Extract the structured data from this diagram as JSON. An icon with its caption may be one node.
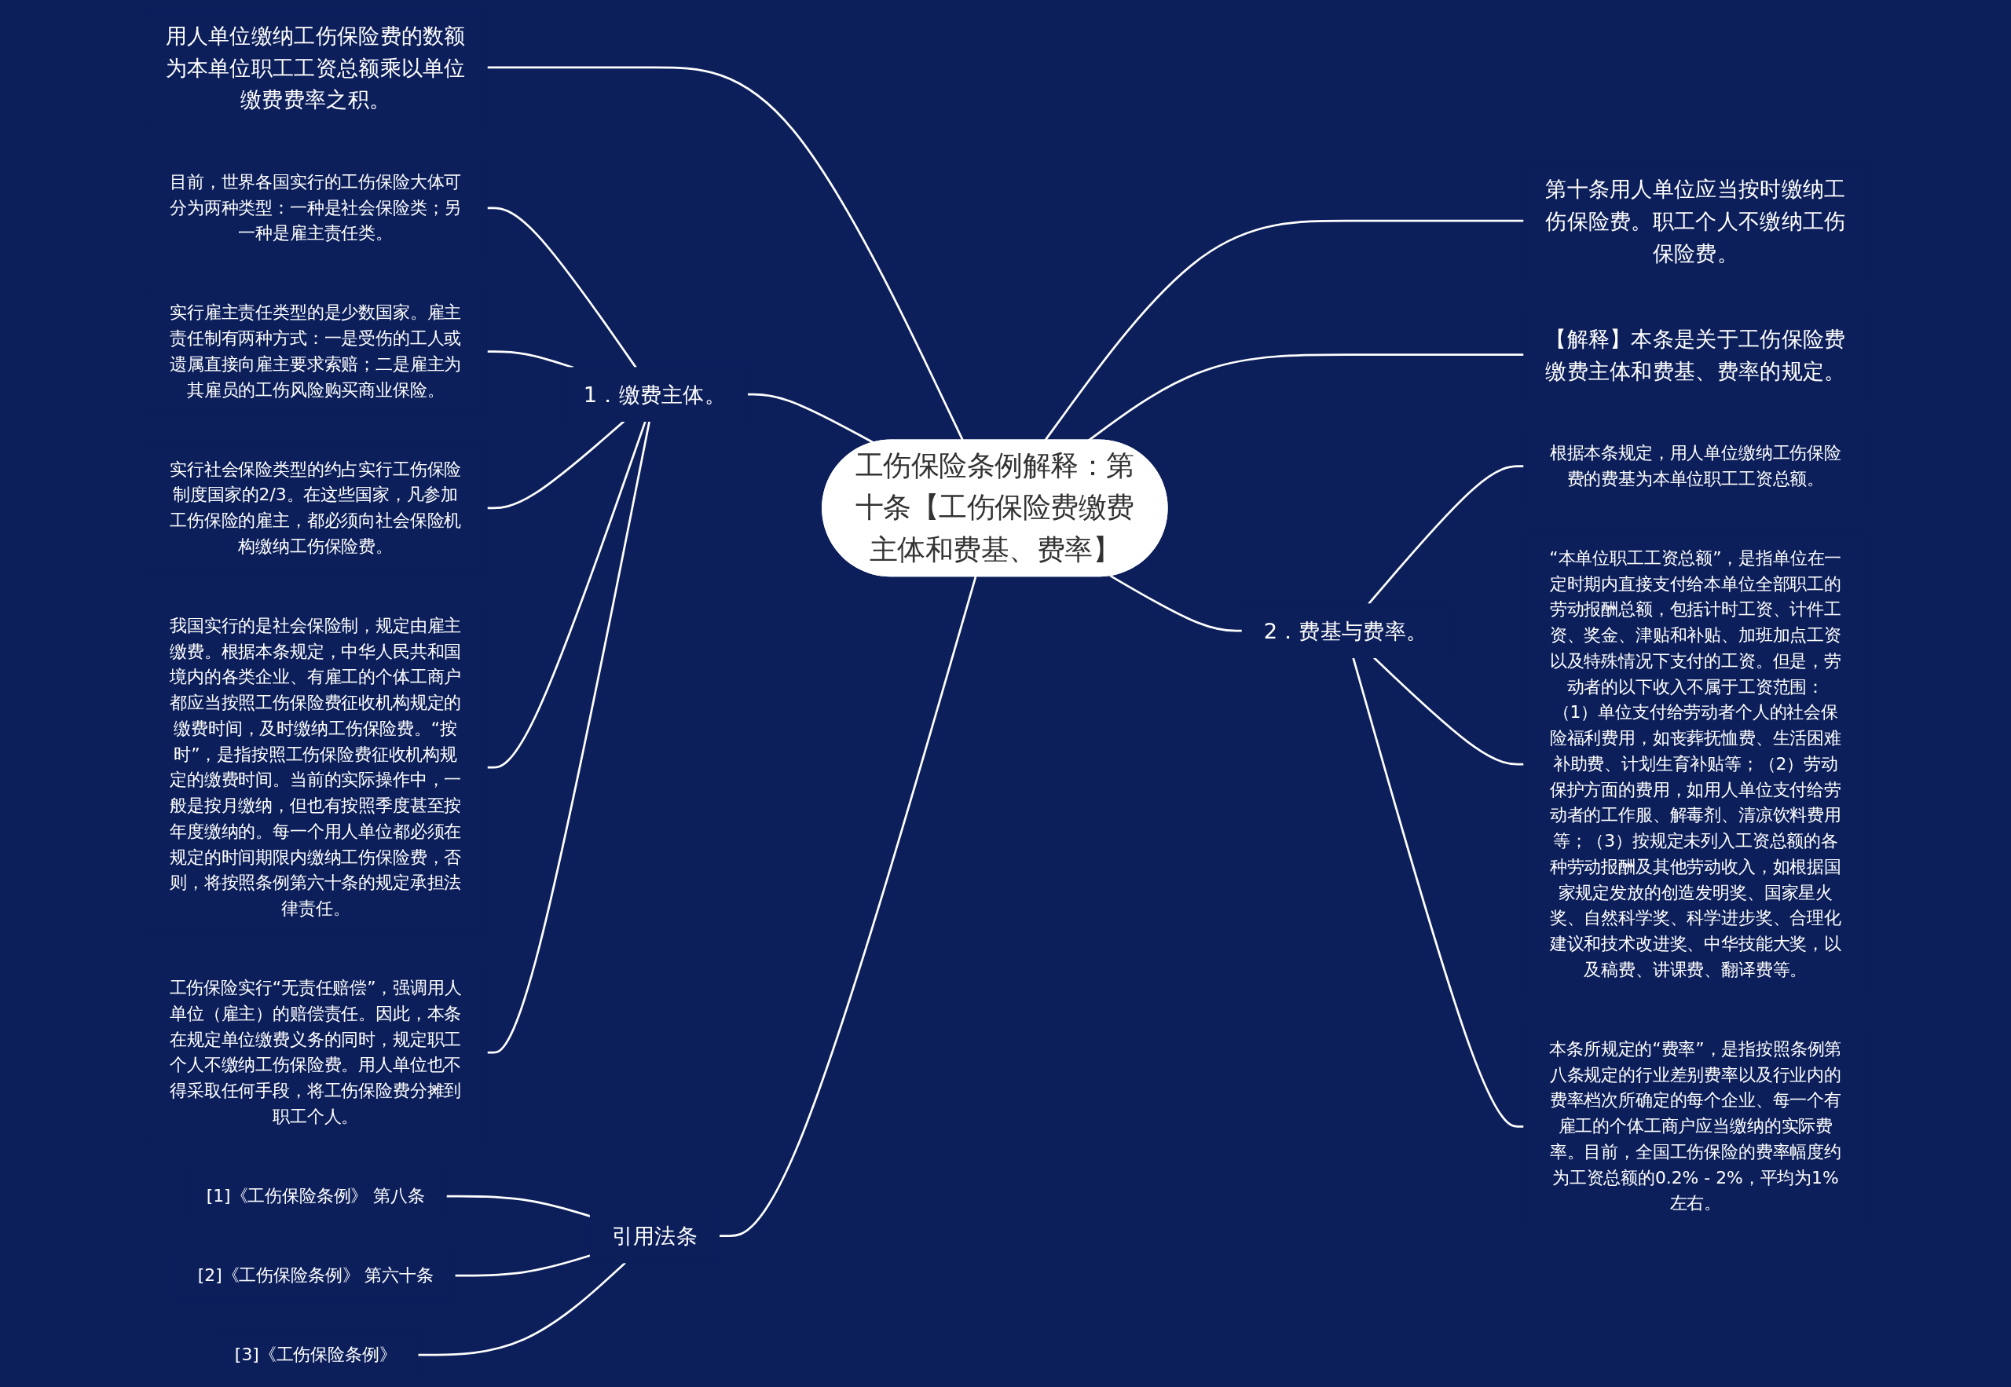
{
  "diagram": {
    "nodes": [
      {
        "text": [
          "工伤保险条例解释：第十条【工伤保险费缴费主体和费基、费率】"
        ]
      },
      {
        "text": [
          "用人单位缴纳工伤保险费的数额为本单位职工工资总额乘以单位缴费费率之积。"
        ]
      },
      {
        "text": [
          "1．缴费主体。"
        ]
      },
      {
        "text": [
          "目前，世界各国实行的工伤保险大体可分为两种类型：一种是社会保险类；另一种是雇主责任类。"
        ]
      },
      {
        "text": [
          "实行雇主责任类型的是少数国家。雇主责任制有两种方式：一是受伤的工人或遗属直接向雇主要求索赔；二是雇主为其雇员的工伤风险购买商业保险。"
        ]
      },
      {
        "text": [
          "实行社会保险类型的约占实行工伤保险制度国家的2/3。在这些国家，凡参加工伤保险的雇主，都必须向社会保险机构缴纳工伤保险费。"
        ]
      },
      {
        "text": [
          "我国实行的是社会保险制，规定由雇主缴费。根据本条规定，中华人民共和国境内的各类企业、有雇工的个体工商户都应当按照工伤保险费征收机构规定的缴费时间，及时缴纳工伤保险费。“按时”，是指按照工伤保险费征收机构规定的缴费时间。当前的实际操作中，一般是按月缴纳，但也有按照季度甚至按年度缴纳的。每一个用人单位都必须在规定的时间期限内缴纳工伤保险费，否则，将按照条例第六十条的规定承担法律责任。"
        ]
      },
      {
        "text": [
          "工伤保险实行“无责任赔偿”，强调用人单位（雇主）的赔偿责任。因此，本条在规定单位缴费义务的同时，规定职工个人不缴纳工伤保险费。用人单位也不得采取任何手段，将工伤保险费分摊到职工个人。"
        ]
      },
      {
        "text": [
          "引用法条"
        ]
      },
      {
        "text": [
          "[1]《工伤保险条例》 第八条"
        ]
      },
      {
        "text": [
          "[2]《工伤保险条例》 第六十条"
        ]
      },
      {
        "text": [
          "[3]《工伤保险条例》"
        ]
      },
      {
        "text": [
          "第十条用人单位应当按时缴纳工伤保险费。职工个人不缴纳工伤保险费。"
        ]
      },
      {
        "text": [
          "【解释】本条是关于工伤保险费缴费主体和费基、费率的规定。"
        ]
      },
      {
        "text": [
          "2．费基与费率。"
        ]
      },
      {
        "text": [
          "根据本条规定，用人单位缴纳工伤保险费的费基为本单位职工工资总额。"
        ]
      },
      {
        "text": [
          "“本单位职工工资总额”，是指单位在一定时期内直接支付给本单位全部职工的劳动报酬总额，包括计时工资、计件工资、奖金、津贴和补贴、加班加点工资以及特殊情况下支付的工资。但是，劳动者的以下收入不属于工资范围：（1）单位支付给劳动者个人的社会保险福利费用，如丧葬抚恤费、生活困难补助费、计划生育补贴等；（2）劳动保护方面的费用，如用人单位支付给劳动者的工作服、解毒剂、清凉饮料费用等；（3）按规定未列入工资总额的各种劳动报酬及其他劳动收入，如根据国家规定发放的创造发明奖、国家星火奖、自然科学奖、科学进步奖、合理化建议和技术改进奖、中华技能大奖，以及稿费、讲课费、翻译费等。"
        ]
      },
      {
        "text": [
          "本条所规定的“费率”，是指按照条例第八条规定的行业差别费率以及行业内的费率档次所确定的每个企业、每一个有雇工的个体工商户应当缴纳的实际费率。目前，全国工伤保险的费率幅度约为工资总额的0.2% - 2%，平均为1%左右。"
        ]
      }
    ],
    "edges": [
      {
        "from": 1,
        "to": 0,
        "arrow": "none"
      },
      {
        "from": 3,
        "to": 2,
        "arrow": "none"
      },
      {
        "from": 4,
        "to": 2,
        "arrow": "none"
      },
      {
        "from": 5,
        "to": 2,
        "arrow": "none"
      },
      {
        "from": 6,
        "to": 2,
        "arrow": "none"
      },
      {
        "from": 7,
        "to": 2,
        "arrow": "none"
      },
      {
        "from": 2,
        "to": 0,
        "arrow": "none"
      },
      {
        "from": 9,
        "to": 8,
        "arrow": "none"
      },
      {
        "from": 10,
        "to": 8,
        "arrow": "none"
      },
      {
        "from": 11,
        "to": 8,
        "arrow": "none"
      },
      {
        "from": 8,
        "to": 0,
        "arrow": "none"
      },
      {
        "from": 0,
        "to": 12,
        "arrow": "none"
      },
      {
        "from": 0,
        "to": 13,
        "arrow": "none"
      },
      {
        "from": 0,
        "to": 14,
        "arrow": "none"
      },
      {
        "from": 14,
        "to": 15,
        "arrow": "none"
      },
      {
        "from": 14,
        "to": 16,
        "arrow": "none"
      },
      {
        "from": 14,
        "to": 17,
        "arrow": "none"
      }
    ]
  }
}
